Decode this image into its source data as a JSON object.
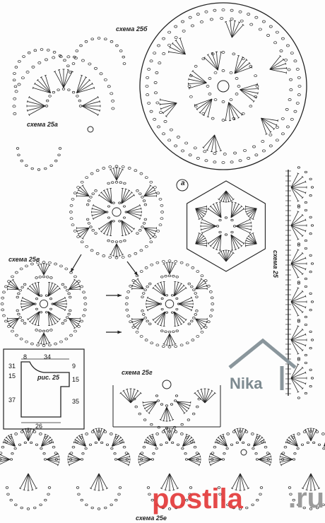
{
  "labels": {
    "scheme_25a": "схема 25а",
    "scheme_25b": "схема 25б",
    "scheme_25v": "схема 25в",
    "scheme_25g": "схема 25г",
    "scheme_25d": "схема 25е",
    "scheme_25": "схема 25",
    "fig": "рис. 25",
    "marker_a": "а"
  },
  "pattern_dims": {
    "top_left": "8",
    "top_width": "34",
    "left_top": "31",
    "left_mid": "15",
    "left_low": "37",
    "right_top": "9",
    "right_mid": "15",
    "right_low": "35",
    "bottom": "26"
  },
  "brand": {
    "name": "Nika"
  },
  "watermark": {
    "site": "postila",
    "ru": ".ru"
  },
  "colors": {
    "ink": "#222222",
    "accent": "#e33a3a",
    "brand": "#7d8a90"
  }
}
